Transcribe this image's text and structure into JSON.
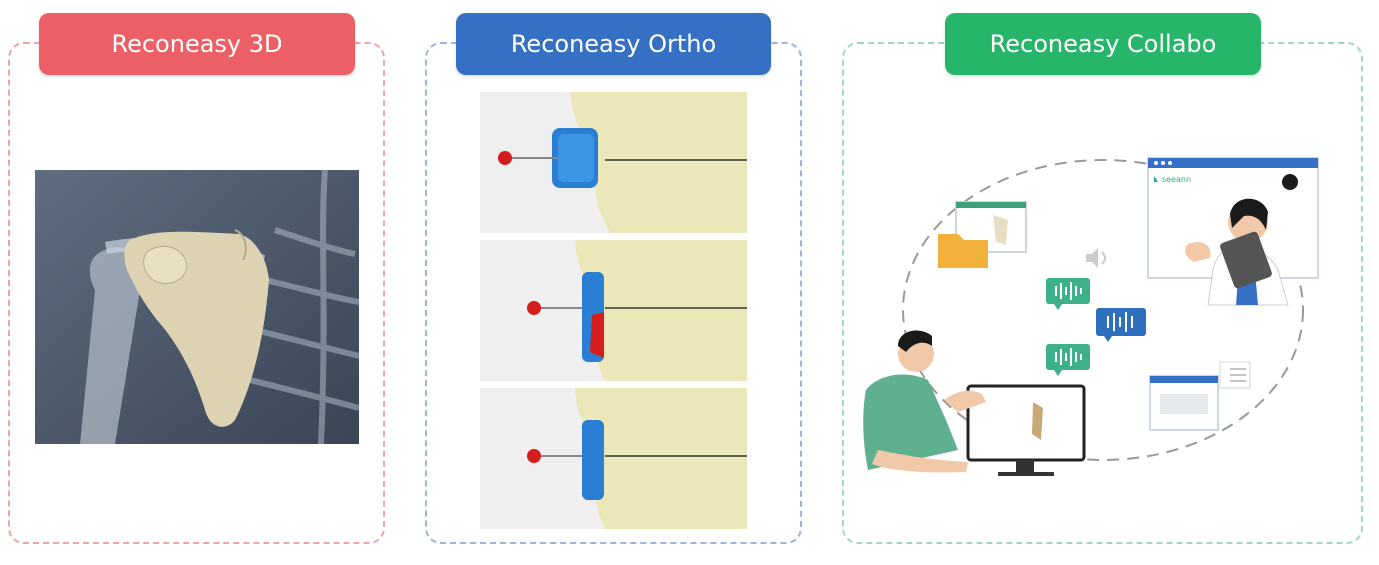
{
  "panels": [
    {
      "title": "Reconeasy 3D",
      "color": "#ec5f66"
    },
    {
      "title": "Reconeasy Ortho",
      "color": "#3570c4"
    },
    {
      "title": "Reconeasy Collabo",
      "color": "#27b56a"
    }
  ],
  "collabo": {
    "app_logo": "seeann"
  },
  "icons": [
    "speaker-icon",
    "audio-wave-icon",
    "folder-icon",
    "checklist-icon"
  ]
}
